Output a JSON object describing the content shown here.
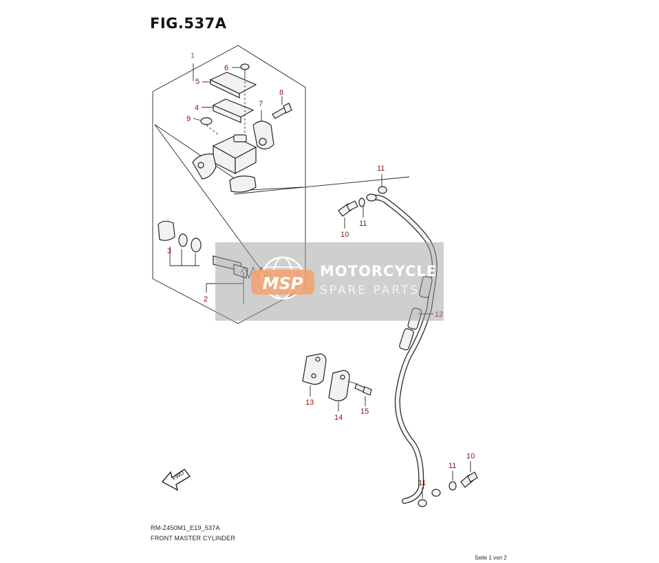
{
  "figure": {
    "title": "FIG.537A",
    "model_code": "RM-Z450M1_E19_537A",
    "name": "FRONT MASTER CYLINDER"
  },
  "callouts": {
    "c1": "1",
    "c2": "2",
    "c3": "3",
    "c4": "4",
    "c5": "5",
    "c6": "6",
    "c7": "7",
    "c8": "8",
    "c9": "9",
    "c10a": "10",
    "c10b": "10",
    "c11a": "11",
    "c11b": "11",
    "c11c": "11",
    "c11d": "11",
    "c12": "12",
    "c13": "13",
    "c14": "14",
    "c15": "15"
  },
  "fwd_label": "FWD",
  "watermark": {
    "logo_text": "MSP",
    "line1": "MOTORCYCLE",
    "line2": "SPARE PARTS"
  },
  "page": "Seite 1 von 2",
  "colors": {
    "callout": "#8b1010",
    "callout_assembly": "#2a9a2a",
    "watermark_logo": "#f4a070"
  }
}
